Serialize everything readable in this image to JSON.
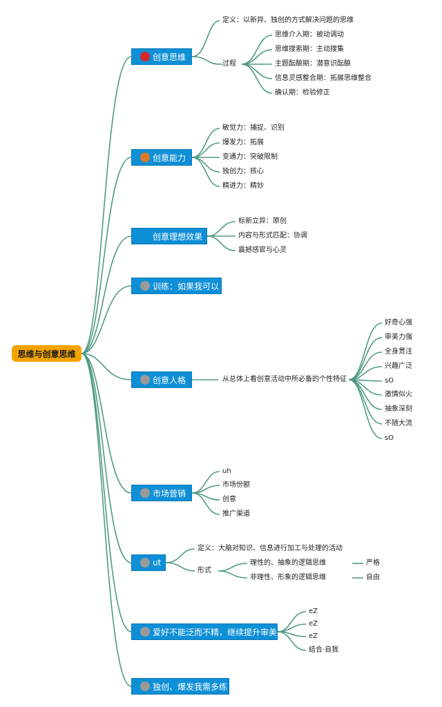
{
  "colors": {
    "line": "#4e9a84",
    "root": "#f5a300",
    "topic": "#0e8fd6"
  },
  "root": {
    "label": "思维与创意思维"
  },
  "topics": [
    {
      "label": "创意思维",
      "icon": "red-circle-icon"
    },
    {
      "label": "创意能力",
      "icon": "orange-circle-icon"
    },
    {
      "label": "创意理想效果"
    },
    {
      "label": "训练：如果我可以",
      "icon": "gray-circle-icon"
    },
    {
      "label": "创意人格",
      "icon": "gray-circle-icon"
    },
    {
      "label": "市场营销",
      "icon": "gray-circle-icon"
    },
    {
      "label": "ut",
      "icon": "gray-circle-icon"
    },
    {
      "label": "爱好不能泛而不精，继续提升审美",
      "icon": "gray-circle-icon"
    },
    {
      "label": "独创、爆发我需多练",
      "icon": "gray-circle-icon"
    }
  ],
  "chuangyi_siwei": {
    "definition": "定义：以新异、独创的方式解决问题的思维",
    "process": "过程",
    "stages": [
      "思维介入期：被动调动",
      "思维搜索期：主动搜集",
      "主题酝酿期：潜意识酝酿",
      "信息灵感整合期：拓展思维整合",
      "确认期：检验修正"
    ]
  },
  "chuangyi_nengli": [
    "敏觉力：捕捉、识别",
    "爆发力：拓展",
    "变通力：突破限制",
    "独创力：核心",
    "精进力：精妙"
  ],
  "lixiang_xiaoguo": [
    "标新立异：原创",
    "内容与形式匹配：协调",
    "震撼感官与心灵"
  ],
  "renge": {
    "description": "从总体上看创意活动中所必备的个性特征",
    "traits": [
      "好奇心强",
      "审美力强",
      "全身贯注",
      "兴趣广泛",
      "sO",
      "激情似火",
      "抽象深刻",
      "不随大流",
      "sO"
    ]
  },
  "yingxiao": [
    "uh",
    "市场份额",
    "创意",
    "推广渠道"
  ],
  "ut": {
    "definition": "定义：大脑对知识、信息进行加工与处理的活动",
    "form": "形式",
    "forms": [
      {
        "label": "理性的、抽象的逻辑思维",
        "note": "严格"
      },
      {
        "label": "非理性、形象的逻辑思维",
        "note": "自由"
      }
    ]
  },
  "aihao": [
    "eZ",
    "eZ",
    "eZ",
    "结合·自我"
  ]
}
